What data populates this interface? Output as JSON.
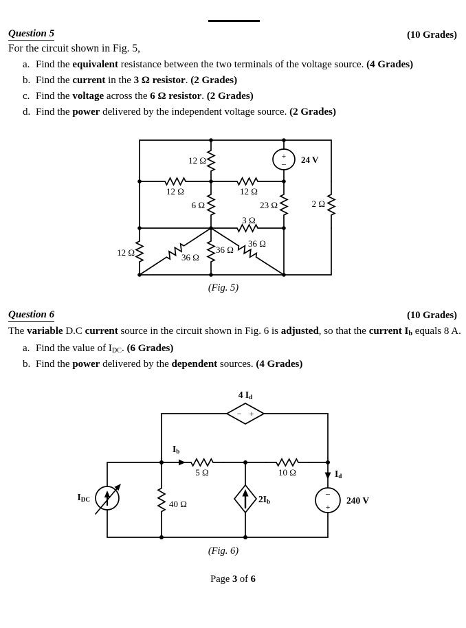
{
  "q5": {
    "title": "Question 5",
    "grades": "(10 Grades)",
    "intro": "For the circuit shown in Fig. 5,",
    "items": [
      {
        "marker": "a.",
        "segments": [
          {
            "t": "Find the "
          },
          {
            "t": "equivalent",
            "b": true
          },
          {
            "t": " resistance between the two terminals of the voltage source. "
          },
          {
            "t": "(4 Grades)",
            "b": true
          }
        ]
      },
      {
        "marker": "b.",
        "segments": [
          {
            "t": "Find the "
          },
          {
            "t": "current",
            "b": true
          },
          {
            "t": " in the "
          },
          {
            "t": "3 Ω resistor",
            "b": true
          },
          {
            "t": ". "
          },
          {
            "t": "(2 Grades)",
            "b": true
          }
        ]
      },
      {
        "marker": "c.",
        "segments": [
          {
            "t": "Find the "
          },
          {
            "t": "voltage",
            "b": true
          },
          {
            "t": " across the "
          },
          {
            "t": "6 Ω resistor",
            "b": true
          },
          {
            "t": ". "
          },
          {
            "t": "(2 Grades)",
            "b": true
          }
        ]
      },
      {
        "marker": "d.",
        "segments": [
          {
            "t": "Find the "
          },
          {
            "t": "power",
            "b": true
          },
          {
            "t": " delivered by the independent voltage source. "
          },
          {
            "t": "(2 Grades)",
            "b": true
          }
        ]
      }
    ],
    "fig5": {
      "caption": "(Fig. 5)",
      "labels": {
        "r12_top": "12 Ω",
        "v24": "24 V",
        "plus": "+",
        "minus": "−",
        "r12_h_left": "12 Ω",
        "r12_h_right": "12 Ω",
        "r6": "6 Ω",
        "r23": "23 Ω",
        "r2": "2 Ω",
        "r3": "3 Ω",
        "r12_left": "12 Ω",
        "r36_left": "36 Ω",
        "r36_mid": "36 Ω",
        "r36_right": "36 Ω"
      }
    }
  },
  "q6": {
    "title": "Question 6",
    "grades": "(10 Grades)",
    "intro_segments": [
      {
        "t": "The "
      },
      {
        "t": "variable",
        "b": true
      },
      {
        "t": " D.C "
      },
      {
        "t": "current",
        "b": true
      },
      {
        "t": " source in the circuit shown in Fig. 6 is "
      },
      {
        "t": "adjusted",
        "b": true
      },
      {
        "t": ", so that the "
      },
      {
        "t": "current I",
        "b": true
      },
      {
        "t": "b",
        "b": true,
        "sub": true
      },
      {
        "t": " equals 8 A."
      }
    ],
    "items": [
      {
        "marker": "a.",
        "segments": [
          {
            "t": "Find the value of I"
          },
          {
            "t": "DC",
            "sub": true
          },
          {
            "t": ". "
          },
          {
            "t": "(6 Grades)",
            "b": true
          }
        ]
      },
      {
        "marker": "b.",
        "segments": [
          {
            "t": "Find the "
          },
          {
            "t": "power",
            "b": true
          },
          {
            "t": " delivered by the "
          },
          {
            "t": "dependent",
            "b": true
          },
          {
            "t": " sources. "
          },
          {
            "t": "(4 Grades)",
            "b": true
          }
        ]
      }
    ],
    "fig6": {
      "caption": "(Fig. 6)",
      "labels": {
        "dep_v": [
          {
            "t": "4 I",
            "b": true
          },
          {
            "t": "d",
            "b": true,
            "sub": true
          }
        ],
        "ib": [
          {
            "t": "I",
            "b": true
          },
          {
            "t": "b",
            "b": true,
            "sub": true
          }
        ],
        "id": [
          {
            "t": "I",
            "b": true
          },
          {
            "t": "d",
            "b": true,
            "sub": true
          }
        ],
        "dep_i": [
          {
            "t": "2I",
            "b": true
          },
          {
            "t": "b",
            "b": true,
            "sub": true
          }
        ],
        "idc": [
          {
            "t": "I",
            "b": true
          },
          {
            "t": "DC",
            "b": true,
            "sub": true
          }
        ],
        "r5": "5 Ω",
        "r10": "10 Ω",
        "r40": "40 Ω",
        "v240": "240 V",
        "plus": "+",
        "minus": "−"
      }
    }
  },
  "footer_segments": [
    {
      "t": "Page "
    },
    {
      "t": "3",
      "b": true
    },
    {
      "t": " of "
    },
    {
      "t": "6",
      "b": true
    }
  ]
}
